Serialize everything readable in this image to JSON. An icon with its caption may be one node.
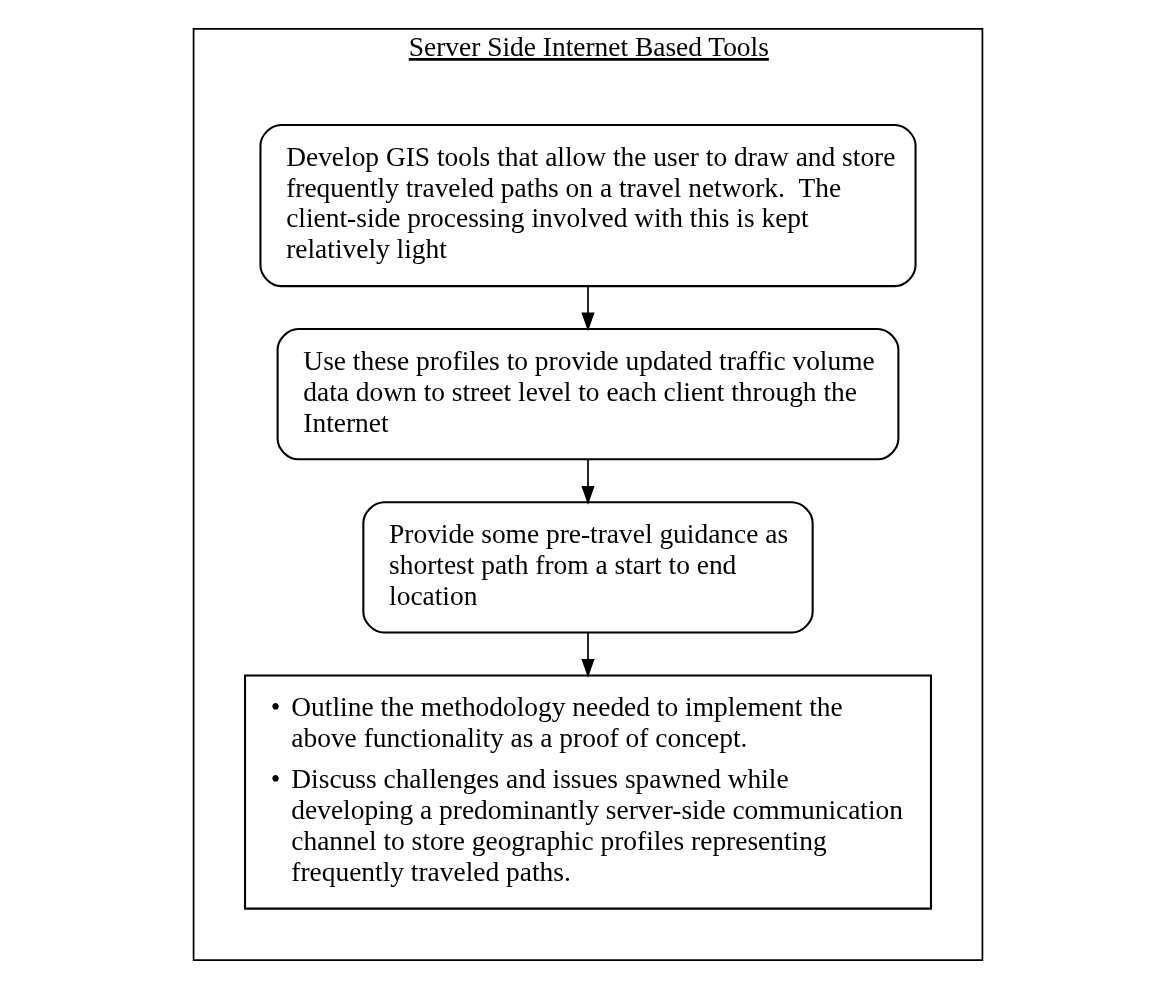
{
  "diagram": {
    "nodes": [
      {
        "text": [
          "Server Side Internet Based Tools"
        ]
      },
      {
        "text": [
          "Develop GIS tools that allow the user to draw and store frequently traveled paths on a travel network.  The client-side processing involved with this is kept relatively light"
        ],
        "in": 0
      },
      {
        "text": [
          "Use these profiles to provide updated traffic volume data down to street level to each client through the Internet"
        ],
        "in": 0
      },
      {
        "text": [
          "Provide some pre-travel guidance as shortest path from a start to end location"
        ],
        "in": 0
      },
      {
        "text": [
          "• Outline the methodology needed to implement the above functionality as a proof of concept.",
          "• Discuss challenges and issues spawned while developing a predominantly server-side communication channel to store geographic profiles representing frequently traveled paths."
        ],
        "in": 0
      }
    ],
    "edges": [
      {
        "from": 1,
        "to": 2,
        "arrow": "to"
      },
      {
        "from": 2,
        "to": 3,
        "arrow": "to"
      },
      {
        "from": 3,
        "to": 4,
        "arrow": "to"
      }
    ]
  }
}
